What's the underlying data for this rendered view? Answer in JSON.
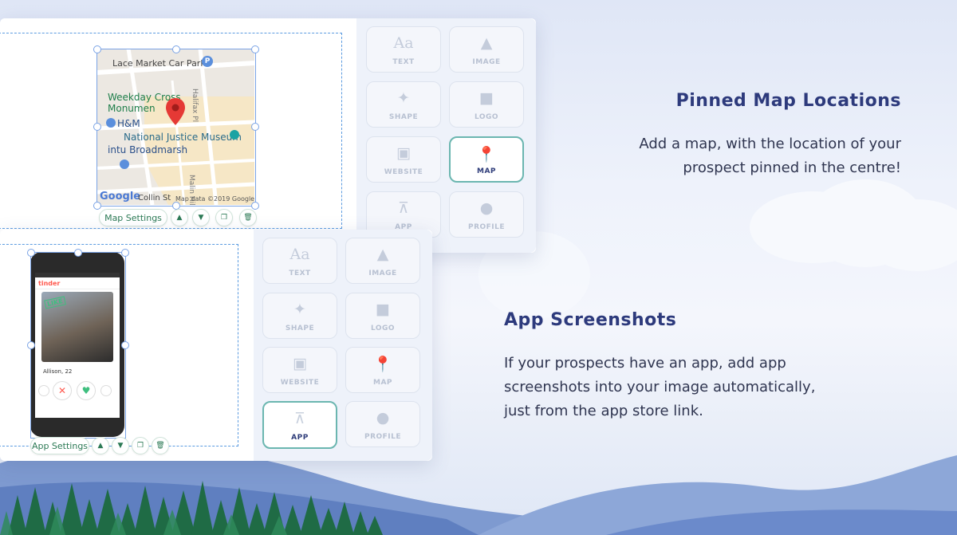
{
  "map_section": {
    "title": "Pinned Map Locations",
    "description_line1": "Add a map, with the location of your",
    "description_line2": "prospect pinned in the centre!"
  },
  "app_section": {
    "title": "App Screenshots",
    "description_line1": "If your prospects have an app, add app",
    "description_line2": "screenshots into your image automatically,",
    "description_line3": "just from the app store link."
  },
  "map_editor": {
    "settings_label": "Map Settings",
    "map_labels": {
      "car_park": "Lace Market Car Park",
      "weekday_cross": "Weekday Cross",
      "monument": "Monumen",
      "hm": "H&M",
      "justice": "National Justice Museum",
      "broadmarsh": "intu Broadmarsh",
      "halifax": "Halifax Pl",
      "malin": "Malin Hill",
      "collin": "Collin St",
      "google": "Google",
      "credit": "Map data ©2019 Google"
    },
    "tools": [
      {
        "label": "TEXT",
        "icon": "text-icon"
      },
      {
        "label": "IMAGE",
        "icon": "image-icon"
      },
      {
        "label": "SHAPE",
        "icon": "shape-icon"
      },
      {
        "label": "LOGO",
        "icon": "logo-icon"
      },
      {
        "label": "WEBSITE",
        "icon": "website-icon"
      },
      {
        "label": "MAP",
        "icon": "map-icon",
        "active": true
      },
      {
        "label": "APP",
        "icon": "app-icon"
      },
      {
        "label": "PROFILE",
        "icon": "profile-icon"
      }
    ]
  },
  "app_editor": {
    "settings_label": "App Settings",
    "phone": {
      "app_name": "tinder",
      "like_stamp": "LIKE",
      "profile_name": "Allison, 22"
    },
    "tools": [
      {
        "label": "TEXT",
        "icon": "text-icon"
      },
      {
        "label": "IMAGE",
        "icon": "image-icon"
      },
      {
        "label": "SHAPE",
        "icon": "shape-icon"
      },
      {
        "label": "LOGO",
        "icon": "logo-icon"
      },
      {
        "label": "WEBSITE",
        "icon": "website-icon"
      },
      {
        "label": "MAP",
        "icon": "map-icon"
      },
      {
        "label": "APP",
        "icon": "app-icon",
        "active": true
      },
      {
        "label": "PROFILE",
        "icon": "profile-icon"
      }
    ]
  },
  "colors": {
    "heading": "#2d3a7c",
    "accent_active_border": "#6bb6b0",
    "settings_text": "#2c7a55",
    "pin": "#e53935"
  }
}
